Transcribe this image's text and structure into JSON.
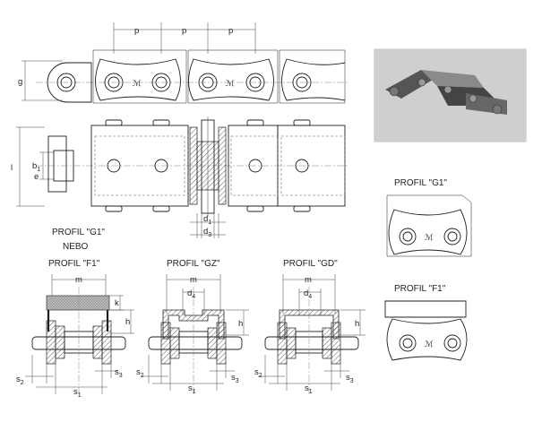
{
  "top_view": {
    "pitch_labels": [
      "p",
      "p",
      "p"
    ],
    "g_label": "g",
    "b1_label": "b",
    "b1_sub": "1",
    "l_label": "l",
    "e_label": "e",
    "d1_label": "d",
    "d1_sub": "1",
    "d3_label": "d",
    "d3_sub": "3"
  },
  "profiles": {
    "g1_nebo_line1": "PROFIL \"G1\"",
    "nebo": "NEBO",
    "g1_right": "PROFIL \"G1\"",
    "f1_right": "PROFIL \"F1\"",
    "f1": "PROFIL \"F1\"",
    "gz": "PROFIL \"GZ\"",
    "gd": "PROFIL \"GD\""
  },
  "section_labels": {
    "m": "m",
    "k": "k",
    "h": "h",
    "d4": "d",
    "d4_sub": "4",
    "s1": "s",
    "s1_sub": "1",
    "s2": "s",
    "s2_sub": "2",
    "s3": "s",
    "s3_sub": "3"
  },
  "colors": {
    "line": "#1f1f1f",
    "photo_bg": "#d6d6d6"
  }
}
